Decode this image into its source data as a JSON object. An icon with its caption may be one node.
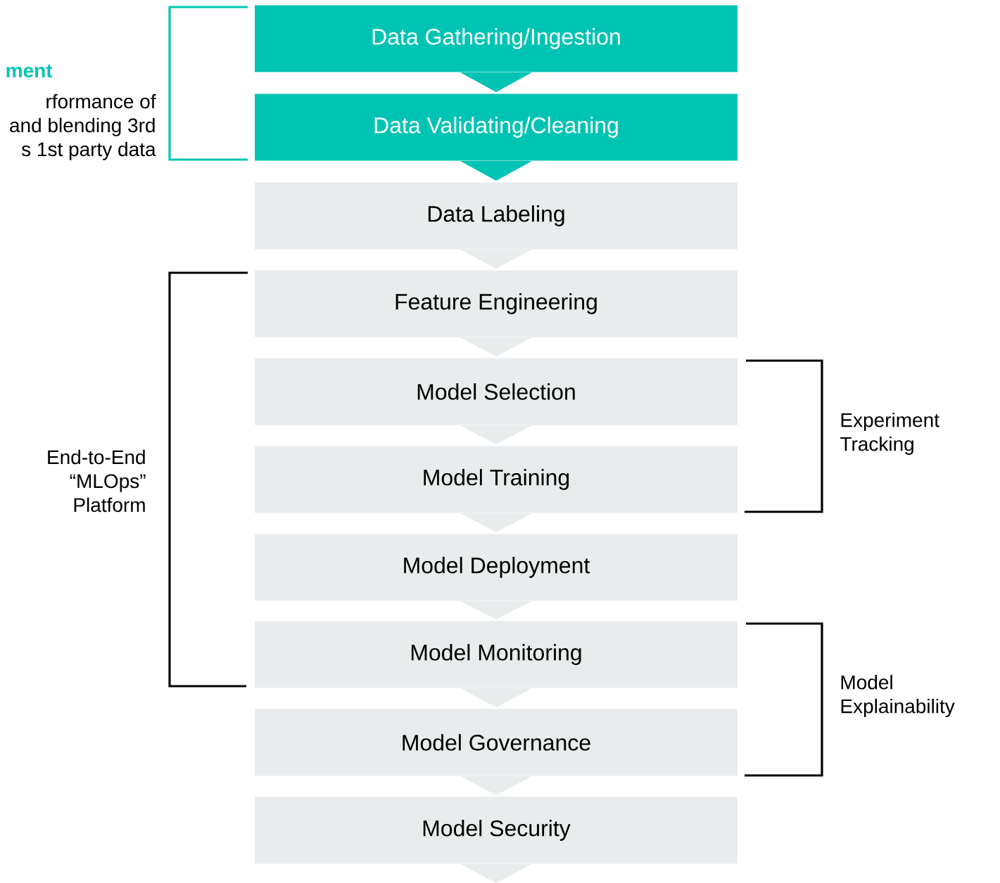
{
  "diagram": {
    "nodes": [
      {
        "text": [
          "Data Gathering/Ingestion"
        ]
      },
      {
        "text": [
          "Data Validating/Cleaning"
        ]
      },
      {
        "text": [
          "Data Labeling"
        ]
      },
      {
        "text": [
          "Feature Engineering"
        ]
      },
      {
        "text": [
          "Model Selection"
        ]
      },
      {
        "text": [
          "Model Training"
        ]
      },
      {
        "text": [
          "Model Deployment"
        ]
      },
      {
        "text": [
          "Model Monitoring"
        ]
      },
      {
        "text": [
          "Model Governance"
        ]
      },
      {
        "text": [
          "Model Security"
        ]
      }
    ],
    "edges": [
      {
        "from": 0,
        "to": 1,
        "arrow": "to",
        "color": "#00c4b3"
      },
      {
        "from": 1,
        "to": 2,
        "arrow": "to",
        "color": "#00c4b3"
      },
      {
        "from": 2,
        "to": 3,
        "arrow": "to"
      },
      {
        "from": 3,
        "to": 4,
        "arrow": "to"
      },
      {
        "from": 4,
        "to": 5,
        "arrow": "to"
      },
      {
        "from": 5,
        "to": 6,
        "arrow": "to"
      },
      {
        "from": 6,
        "to": 7,
        "arrow": "to"
      },
      {
        "from": 7,
        "to": 8,
        "arrow": "to"
      },
      {
        "from": 8,
        "to": 9,
        "arrow": "to"
      },
      {
        "from": 9,
        "to": null,
        "arrow": "to"
      }
    ],
    "labels": [
      "ment",
      "rformance of",
      "and blending 3rd",
      "s 1st party data",
      "End-to-End “MLOps” Platform",
      "Experiment Tracking",
      "Model Explainability"
    ]
  }
}
